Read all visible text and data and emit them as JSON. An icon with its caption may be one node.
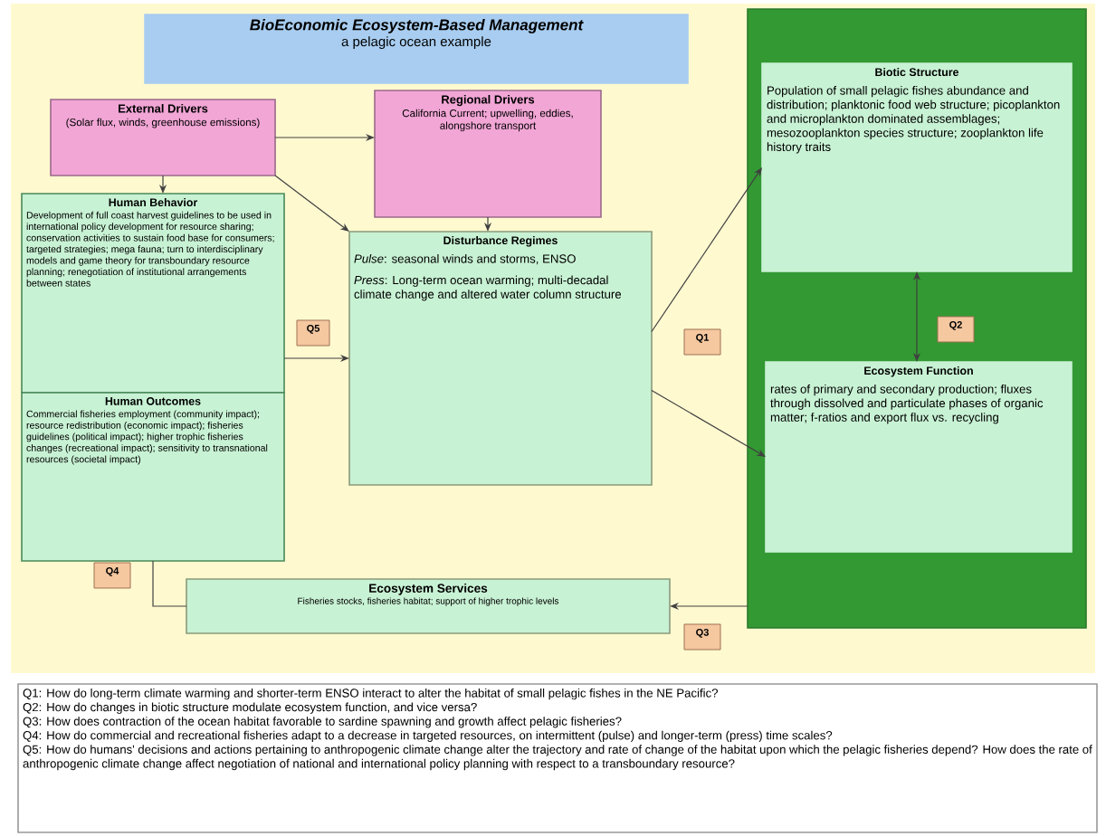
{
  "diagram": {
    "nodes": [
      {
        "text": [
          "BioEconomic Ecosystem-Based Management",
          "a pelagic ocean example"
        ]
      },
      {
        "text": [
          "External Drivers",
          "(Solar flux, winds, greenhouse emissions)"
        ]
      },
      {
        "text": [
          "Regional Drivers",
          "California Current; upwelling, eddies, alongshore transport"
        ]
      },
      {
        "text": [
          "Human Behavior",
          "Development of full coast harvest guidelines to be used in international policy development for resource sharing; conservation activities to sustain food base for consumers; targeted strategies; mega fauna; turn to interdisciplinary models and game theory for transboundary resource planning; renegotiation of institutional arrangements between states"
        ]
      },
      {
        "text": [
          "Human Outcomes",
          "Commercial fisheries employment (community impact); resource redistribution (economic impact); fisheries guidelines (political impact); higher trophic fisheries changes (recreational impact); sensitivity to transnational resources (societal impact)"
        ]
      },
      {
        "text": [
          "Disturbance Regimes",
          "*Pulse*: seasonal winds and storms, ENSO",
          "*Press*: Long-term ocean warming; multi-decadal climate change and altered water column structure"
        ]
      },
      {
        "text": [],
        "shape": "box"
      },
      {
        "text": [
          "Biotic Structure",
          "Population of small pelagic fishes abundance and distribution; planktonic food web structure; picoplankton and microplankton dominated assemblages; mesozooplankton species structure; zooplankton life history traits"
        ],
        "in": 6
      },
      {
        "text": [
          "Ecosystem Function",
          "rates of primary and secondary production; fluxes through dissolved and particulate phases of organic matter; f-ratios and export flux vs. recycling"
        ],
        "in": 6
      },
      {
        "text": [
          "Ecosystem Services",
          "Fisheries stocks, fisheries habitat; support of higher trophic levels"
        ]
      },
      {
        "text": [
          "Q1: How do long-term climate warming and shorter-term ENSO interact to alter the habitat of small pelagic fishes in the NE Pacific?",
          "Q2: How do changes in biotic structure modulate ecosystem function, and vice versa?",
          "Q3: How does contraction of the ocean habitat favorable to sardine spawning and growth affect pelagic fisheries?",
          "Q4: How do commercial and recreational fisheries adapt to a decrease in targeted resources, on intermittent (pulse) and longer-term (press) time scales?",
          "Q5: How do humans' decisions and actions pertaining to anthropogenic climate change alter the trajectory and rate of change of the habitat upon which the pelagic fisheries depend?  How does the rate of anthropogenic climate change affect negotiation of national and international policy planning with respect to a transboundary resource?"
        ]
      },
      {
        "text": [
          "Q5"
        ]
      },
      {
        "text": [
          "Q1"
        ]
      },
      {
        "text": [
          "Q2"
        ],
        "in": 6
      },
      {
        "text": [
          "Q4"
        ]
      },
      {
        "text": [
          "Q3"
        ]
      }
    ],
    "edges": [
      {
        "from": 1,
        "to": 2,
        "arrow": "to"
      },
      {
        "from": 1,
        "to": 3,
        "arrow": "to"
      },
      {
        "from": 1,
        "to": 5,
        "arrow": "to"
      },
      {
        "from": 2,
        "to": 5,
        "arrow": "to"
      },
      {
        "from": 3,
        "to": 5,
        "arrow": "to"
      },
      {
        "from": 5,
        "to": 7,
        "arrow": "to"
      },
      {
        "from": 5,
        "to": 8,
        "arrow": "to"
      },
      {
        "from": 7,
        "to": 8,
        "arrow": "both"
      },
      {
        "from": 6,
        "to": 9,
        "arrow": "to"
      },
      {
        "from": 9,
        "to": 4,
        "arrow": "none"
      }
    ]
  }
}
